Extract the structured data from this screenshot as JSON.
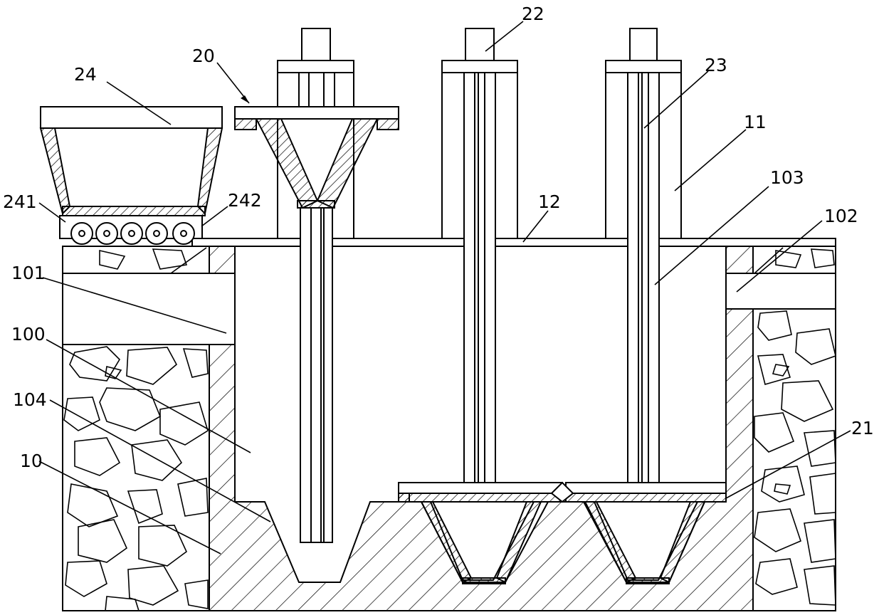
{
  "labels": {
    "l24": "24",
    "l20": "20",
    "l22": "22",
    "l23": "23",
    "l11": "11",
    "l103": "103",
    "l102": "102",
    "l12": "12",
    "l241": "241",
    "l242": "242",
    "l101": "101",
    "l100": "100",
    "l104": "104",
    "l10": "10",
    "l21": "21"
  }
}
